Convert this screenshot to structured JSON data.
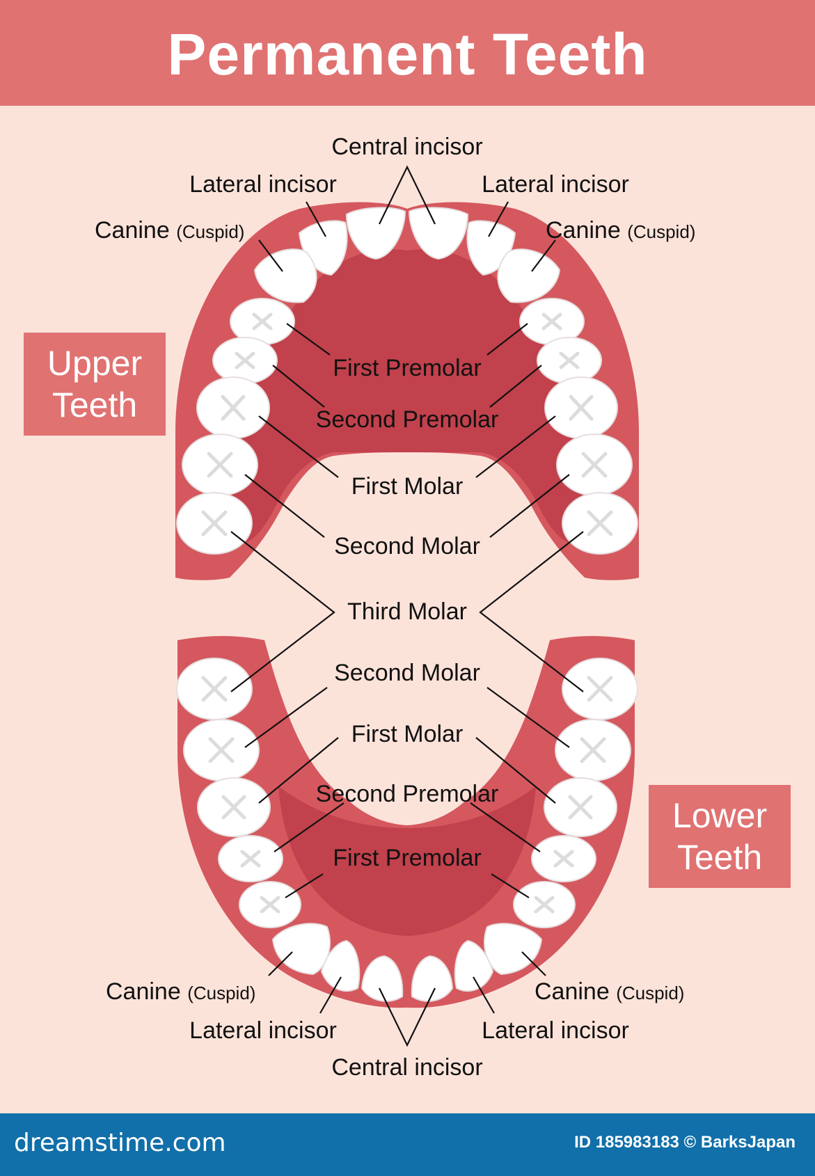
{
  "header": {
    "title": "Permanent Teeth"
  },
  "upper": {
    "badge": [
      "Upper",
      "Teeth"
    ],
    "labels": {
      "central_incisor": "Central incisor",
      "lateral_incisor": "Lateral incisor",
      "canine": "Canine",
      "cuspid": "(Cuspid)",
      "first_premolar": "First Premolar",
      "second_premolar": "Second Premolar",
      "first_molar": "First Molar",
      "second_molar": "Second Molar"
    }
  },
  "third_molar": "Third Molar",
  "lower": {
    "badge": [
      "Lower",
      "Teeth"
    ],
    "labels": {
      "second_molar": "Second Molar",
      "first_molar": "First Molar",
      "second_premolar": "Second Premolar",
      "first_premolar": "First Premolar",
      "canine": "Canine",
      "cuspid": "(Cuspid)",
      "lateral_incisor": "Lateral incisor",
      "central_incisor": "Central incisor"
    }
  },
  "footer": {
    "brand": "dreamstime.com",
    "credit": "ID 185983183 © BarksJapan"
  },
  "colors": {
    "header": "#e07272",
    "background": "#fce3da",
    "gum": "#d5585f",
    "palate": "#c1414c",
    "tooth": "#ffffff",
    "footer": "#116fa9"
  }
}
